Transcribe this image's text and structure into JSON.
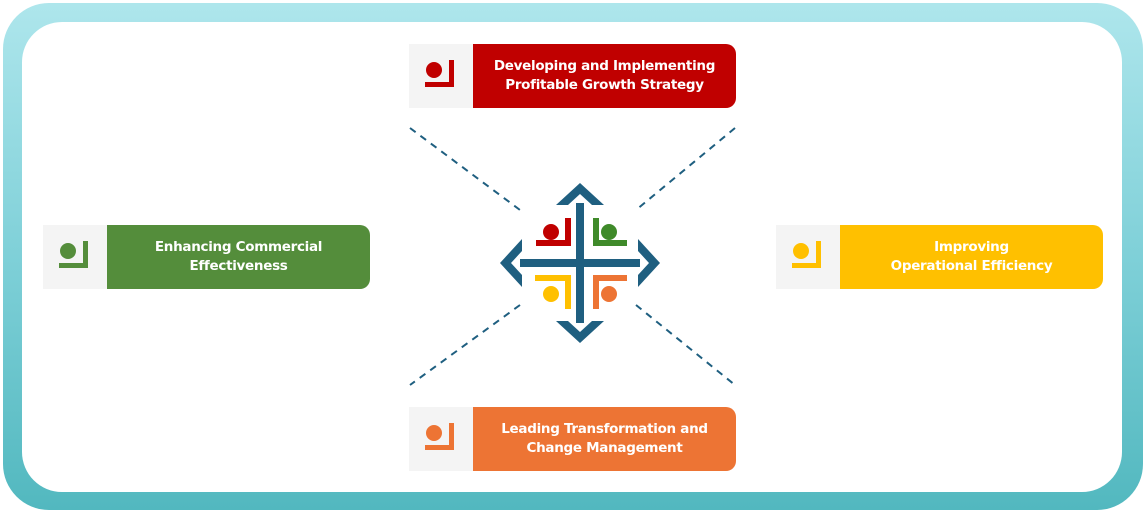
{
  "colors": {
    "red": "#c00000",
    "green": "#548d3b",
    "yellow": "#ffc000",
    "orange": "#ed7434",
    "blue": "#1f5f80"
  },
  "items": [
    {
      "label": "Developing and Implementing Profitable Growth Strategy",
      "color": "#c00000",
      "icon": "person-corner-icon"
    },
    {
      "label": "Enhancing Commercial Effectiveness",
      "color": "#548d3b",
      "icon": "person-corner-icon"
    },
    {
      "label": "Improving Operational Efficiency",
      "color": "#ffc000",
      "icon": "person-corner-icon"
    },
    {
      "label": "Leading Transformation and Change Management",
      "color": "#ed7434",
      "icon": "person-corner-icon"
    }
  ],
  "center": {
    "icon": "four-way-arrows-people-icon"
  }
}
